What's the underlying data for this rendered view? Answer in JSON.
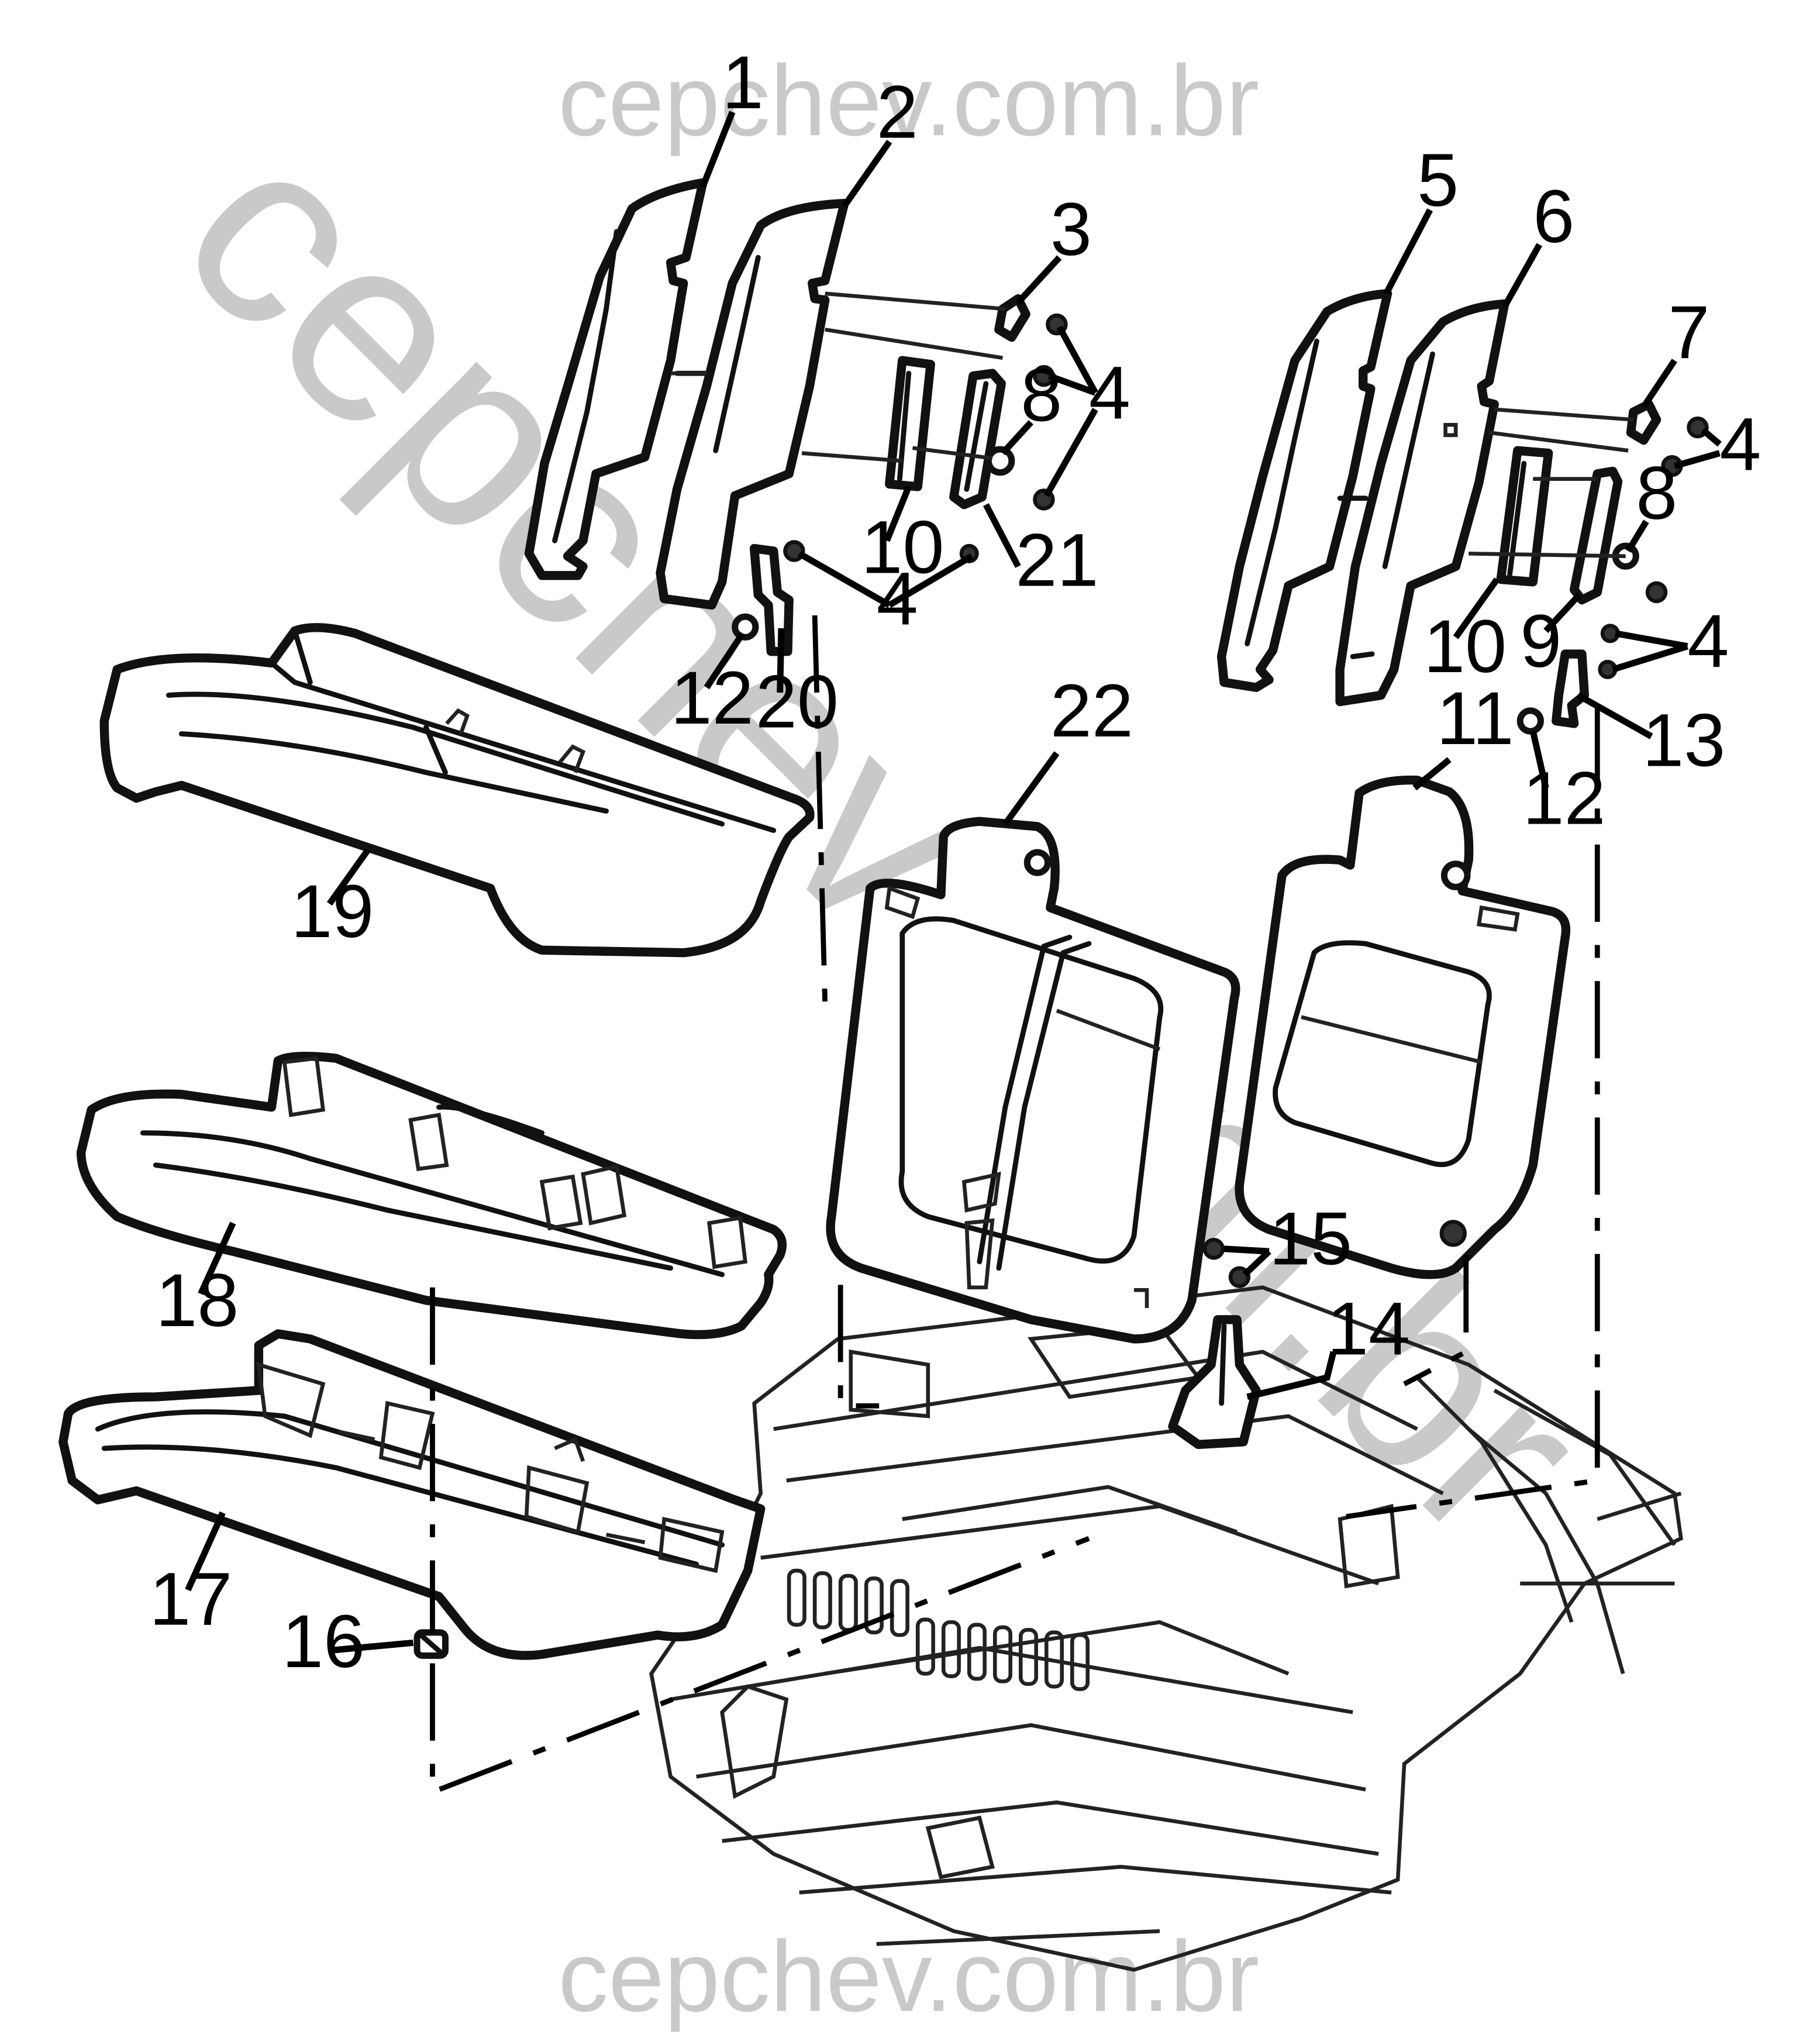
{
  "watermarks": {
    "top": "cepchev.com.br",
    "bottom": "cepchev.com.br",
    "diagonal": "cepchev.com.br"
  },
  "callouts": [
    {
      "id": "c1",
      "text": "1"
    },
    {
      "id": "c2",
      "text": "2"
    },
    {
      "id": "c3",
      "text": "3"
    },
    {
      "id": "c4a",
      "text": "4"
    },
    {
      "id": "c4b",
      "text": "4"
    },
    {
      "id": "c4c",
      "text": "4"
    },
    {
      "id": "c4d",
      "text": "4"
    },
    {
      "id": "c5",
      "text": "5"
    },
    {
      "id": "c6",
      "text": "6"
    },
    {
      "id": "c7",
      "text": "7"
    },
    {
      "id": "c8a",
      "text": "8"
    },
    {
      "id": "c8b",
      "text": "8"
    },
    {
      "id": "c9",
      "text": "9"
    },
    {
      "id": "c10a",
      "text": "10"
    },
    {
      "id": "c10b",
      "text": "10"
    },
    {
      "id": "c11",
      "text": "11"
    },
    {
      "id": "c12a",
      "text": "12"
    },
    {
      "id": "c12b",
      "text": "12"
    },
    {
      "id": "c13",
      "text": "13"
    },
    {
      "id": "c14",
      "text": "14"
    },
    {
      "id": "c15",
      "text": "15"
    },
    {
      "id": "c16",
      "text": "16"
    },
    {
      "id": "c17",
      "text": "17"
    },
    {
      "id": "c18",
      "text": "18"
    },
    {
      "id": "c19",
      "text": "19"
    },
    {
      "id": "c20",
      "text": "20"
    },
    {
      "id": "c21",
      "text": "21"
    },
    {
      "id": "c22",
      "text": "22"
    }
  ]
}
